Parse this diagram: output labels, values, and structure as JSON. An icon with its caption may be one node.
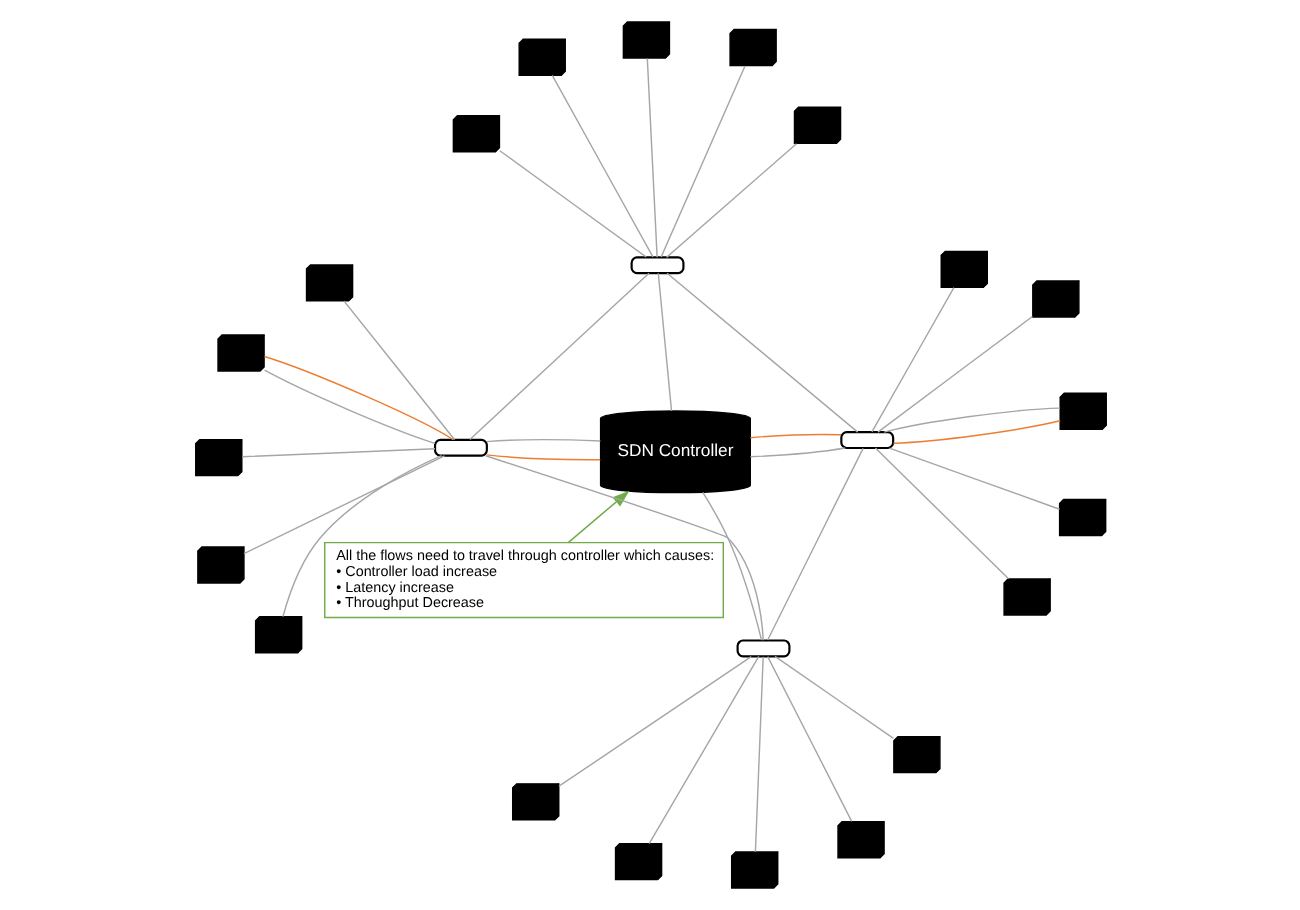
{
  "diagram": {
    "nodes": [
      {
        "text": [
          "All the flows need to travel through controller which causes:",
          "• Controller load increase",
          "• Latency increase",
          "• Throughput Decrease"
        ]
      },
      {
        "text": [
          "SDN Controller"
        ]
      },
      {
        "text": [],
        "shape": "box"
      },
      {
        "text": [],
        "shape": "box"
      },
      {
        "text": [],
        "shape": "box"
      },
      {
        "text": [],
        "shape": "box"
      },
      {
        "text": [],
        "shape": "computer"
      },
      {
        "text": [],
        "shape": "computer"
      },
      {
        "text": [],
        "shape": "computer"
      },
      {
        "text": [],
        "shape": "computer"
      },
      {
        "text": [],
        "shape": "computer"
      },
      {
        "text": [],
        "shape": "computer"
      },
      {
        "text": [],
        "shape": "computer"
      },
      {
        "text": [],
        "shape": "computer"
      },
      {
        "text": [],
        "shape": "computer"
      },
      {
        "text": [],
        "shape": "computer"
      },
      {
        "text": [],
        "shape": "computer"
      },
      {
        "text": [],
        "shape": "computer"
      },
      {
        "text": [],
        "shape": "computer"
      },
      {
        "text": [],
        "shape": "computer"
      },
      {
        "text": [],
        "shape": "computer"
      },
      {
        "text": [],
        "shape": "computer"
      },
      {
        "text": [],
        "shape": "computer"
      },
      {
        "text": [],
        "shape": "computer"
      },
      {
        "text": [],
        "shape": "computer"
      },
      {
        "text": [],
        "shape": "computer"
      }
    ],
    "edges": [
      {
        "from": 0,
        "to": 1,
        "arrow": "to",
        "color": "#70ad47"
      },
      {
        "from": 2,
        "to": 1,
        "arrow": "none"
      },
      {
        "from": 3,
        "to": 1,
        "arrow": "none"
      },
      {
        "from": 4,
        "to": 1,
        "arrow": "none"
      },
      {
        "from": 5,
        "to": 1,
        "arrow": "none"
      },
      {
        "from": 2,
        "to": 3,
        "arrow": "none"
      },
      {
        "from": 2,
        "to": 4,
        "arrow": "none"
      },
      {
        "from": 3,
        "to": 5,
        "arrow": "none"
      },
      {
        "from": 4,
        "to": 5,
        "arrow": "none"
      },
      {
        "from": 2,
        "to": 6,
        "arrow": "none"
      },
      {
        "from": 2,
        "to": 7,
        "arrow": "none"
      },
      {
        "from": 2,
        "to": 8,
        "arrow": "none"
      },
      {
        "from": 2,
        "to": 9,
        "arrow": "none"
      },
      {
        "from": 2,
        "to": 10,
        "arrow": "none"
      },
      {
        "from": 3,
        "to": 11,
        "arrow": "none"
      },
      {
        "from": 3,
        "to": 12,
        "arrow": "none"
      },
      {
        "from": 3,
        "to": 13,
        "arrow": "none"
      },
      {
        "from": 3,
        "to": 14,
        "arrow": "none"
      },
      {
        "from": 3,
        "to": 15,
        "arrow": "none"
      },
      {
        "from": 4,
        "to": 16,
        "arrow": "none"
      },
      {
        "from": 4,
        "to": 17,
        "arrow": "none"
      },
      {
        "from": 4,
        "to": 18,
        "arrow": "none"
      },
      {
        "from": 4,
        "to": 19,
        "arrow": "none"
      },
      {
        "from": 4,
        "to": 20,
        "arrow": "none"
      },
      {
        "from": 5,
        "to": 21,
        "arrow": "none"
      },
      {
        "from": 5,
        "to": 22,
        "arrow": "none"
      },
      {
        "from": 5,
        "to": 23,
        "arrow": "none"
      },
      {
        "from": 5,
        "to": 24,
        "arrow": "none"
      },
      {
        "from": 5,
        "to": 25,
        "arrow": "none"
      },
      {
        "from": 13,
        "to": 3,
        "arrow": "none",
        "color": "#ed7d31"
      },
      {
        "from": 3,
        "to": 1,
        "arrow": "none",
        "color": "#ed7d31"
      },
      {
        "from": 1,
        "to": 4,
        "arrow": "none",
        "color": "#ed7d31"
      },
      {
        "from": 4,
        "to": 19,
        "arrow": "none",
        "color": "#ed7d31"
      }
    ]
  }
}
